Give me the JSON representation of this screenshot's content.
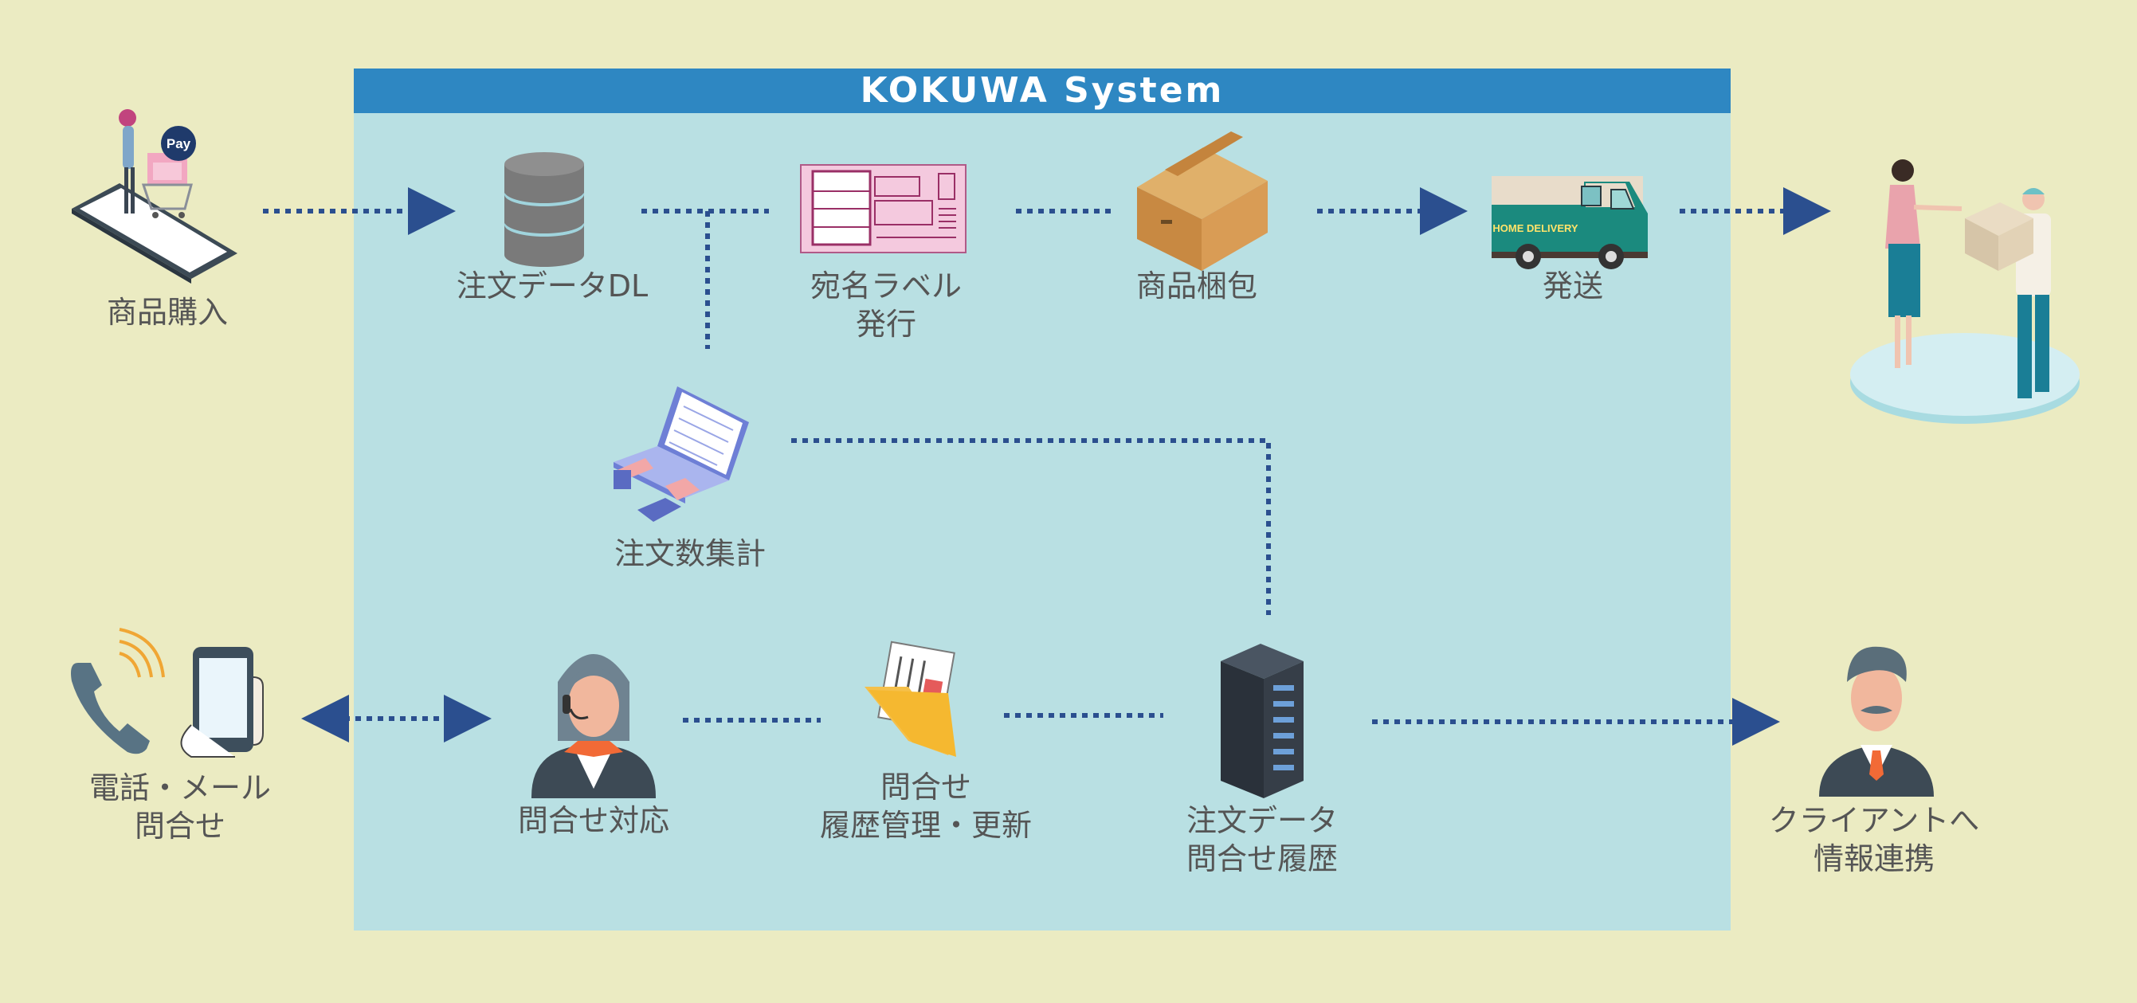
{
  "system": {
    "title": "KOKUWA System"
  },
  "colors": {
    "background": "#ebebc2",
    "panel": "#b9e0e3",
    "panel_header": "#2e87c2",
    "connector": "#2b4f8f",
    "label_text": "#555555"
  },
  "nodes": {
    "purchase": {
      "label": "商品購入",
      "icon": "mobile-shopping-icon"
    },
    "order_dl": {
      "label": "注文データDL",
      "icon": "database-icon"
    },
    "address_label": {
      "line1": "宛名ラベル",
      "line2": "発行",
      "icon": "shipping-label-icon"
    },
    "packing": {
      "label": "商品梱包",
      "icon": "cardboard-box-icon"
    },
    "shipping": {
      "label": "発送",
      "icon": "delivery-van-icon",
      "van_text": "HOME DELIVERY"
    },
    "receive": {
      "icon": "package-handover-icon"
    },
    "count": {
      "label": "注文数集計",
      "icon": "laptop-typing-icon"
    },
    "contact": {
      "line1": "電話・メール",
      "line2": "問合せ",
      "icon": "phone-and-smartphone-icon"
    },
    "support": {
      "label": "問合せ対応",
      "icon": "operator-headset-icon"
    },
    "history": {
      "line1": "問合せ",
      "line2": "履歴管理・更新",
      "icon": "document-folder-icon"
    },
    "server": {
      "line1": "注文データ",
      "line2": "問合せ履歴",
      "icon": "server-rack-icon"
    },
    "client": {
      "line1": "クライアントへ",
      "line2": "情報連携",
      "icon": "businessman-icon"
    }
  }
}
